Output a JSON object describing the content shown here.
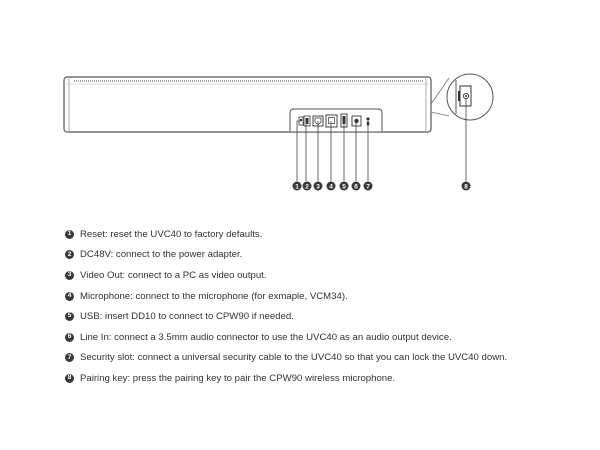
{
  "diagram": {
    "callouts": [
      {
        "number": "1"
      },
      {
        "number": "2"
      },
      {
        "number": "3"
      },
      {
        "number": "4"
      },
      {
        "number": "5"
      },
      {
        "number": "6"
      },
      {
        "number": "7"
      },
      {
        "number": "8"
      }
    ]
  },
  "legend": [
    {
      "number": "1",
      "label": "Reset",
      "description": "Reset: reset the UVC40 to factory defaults."
    },
    {
      "number": "2",
      "label": "DC48V",
      "description": "DC48V: connect to the power adapter."
    },
    {
      "number": "3",
      "label": "Video Out",
      "description": "Video Out: connect to a PC as video output."
    },
    {
      "number": "4",
      "label": "Microphone",
      "description": "Microphone: connect to the microphone (for exmaple, VCM34)."
    },
    {
      "number": "5",
      "label": "USB",
      "description": "USB: insert DD10 to connect to CPW90 if needed."
    },
    {
      "number": "6",
      "label": "Line In",
      "description": "Line In: connect a 3.5mm audio connector to use the UVC40 as an audio output device."
    },
    {
      "number": "7",
      "label": "Security slot",
      "description": "Security slot: connect a universal security cable to the UVC40 so that you can lock the UVC40 down."
    },
    {
      "number": "8",
      "label": "Pairing key",
      "description": "Pairing key: press the pairing key to pair the CPW90 wireless microphone."
    }
  ]
}
